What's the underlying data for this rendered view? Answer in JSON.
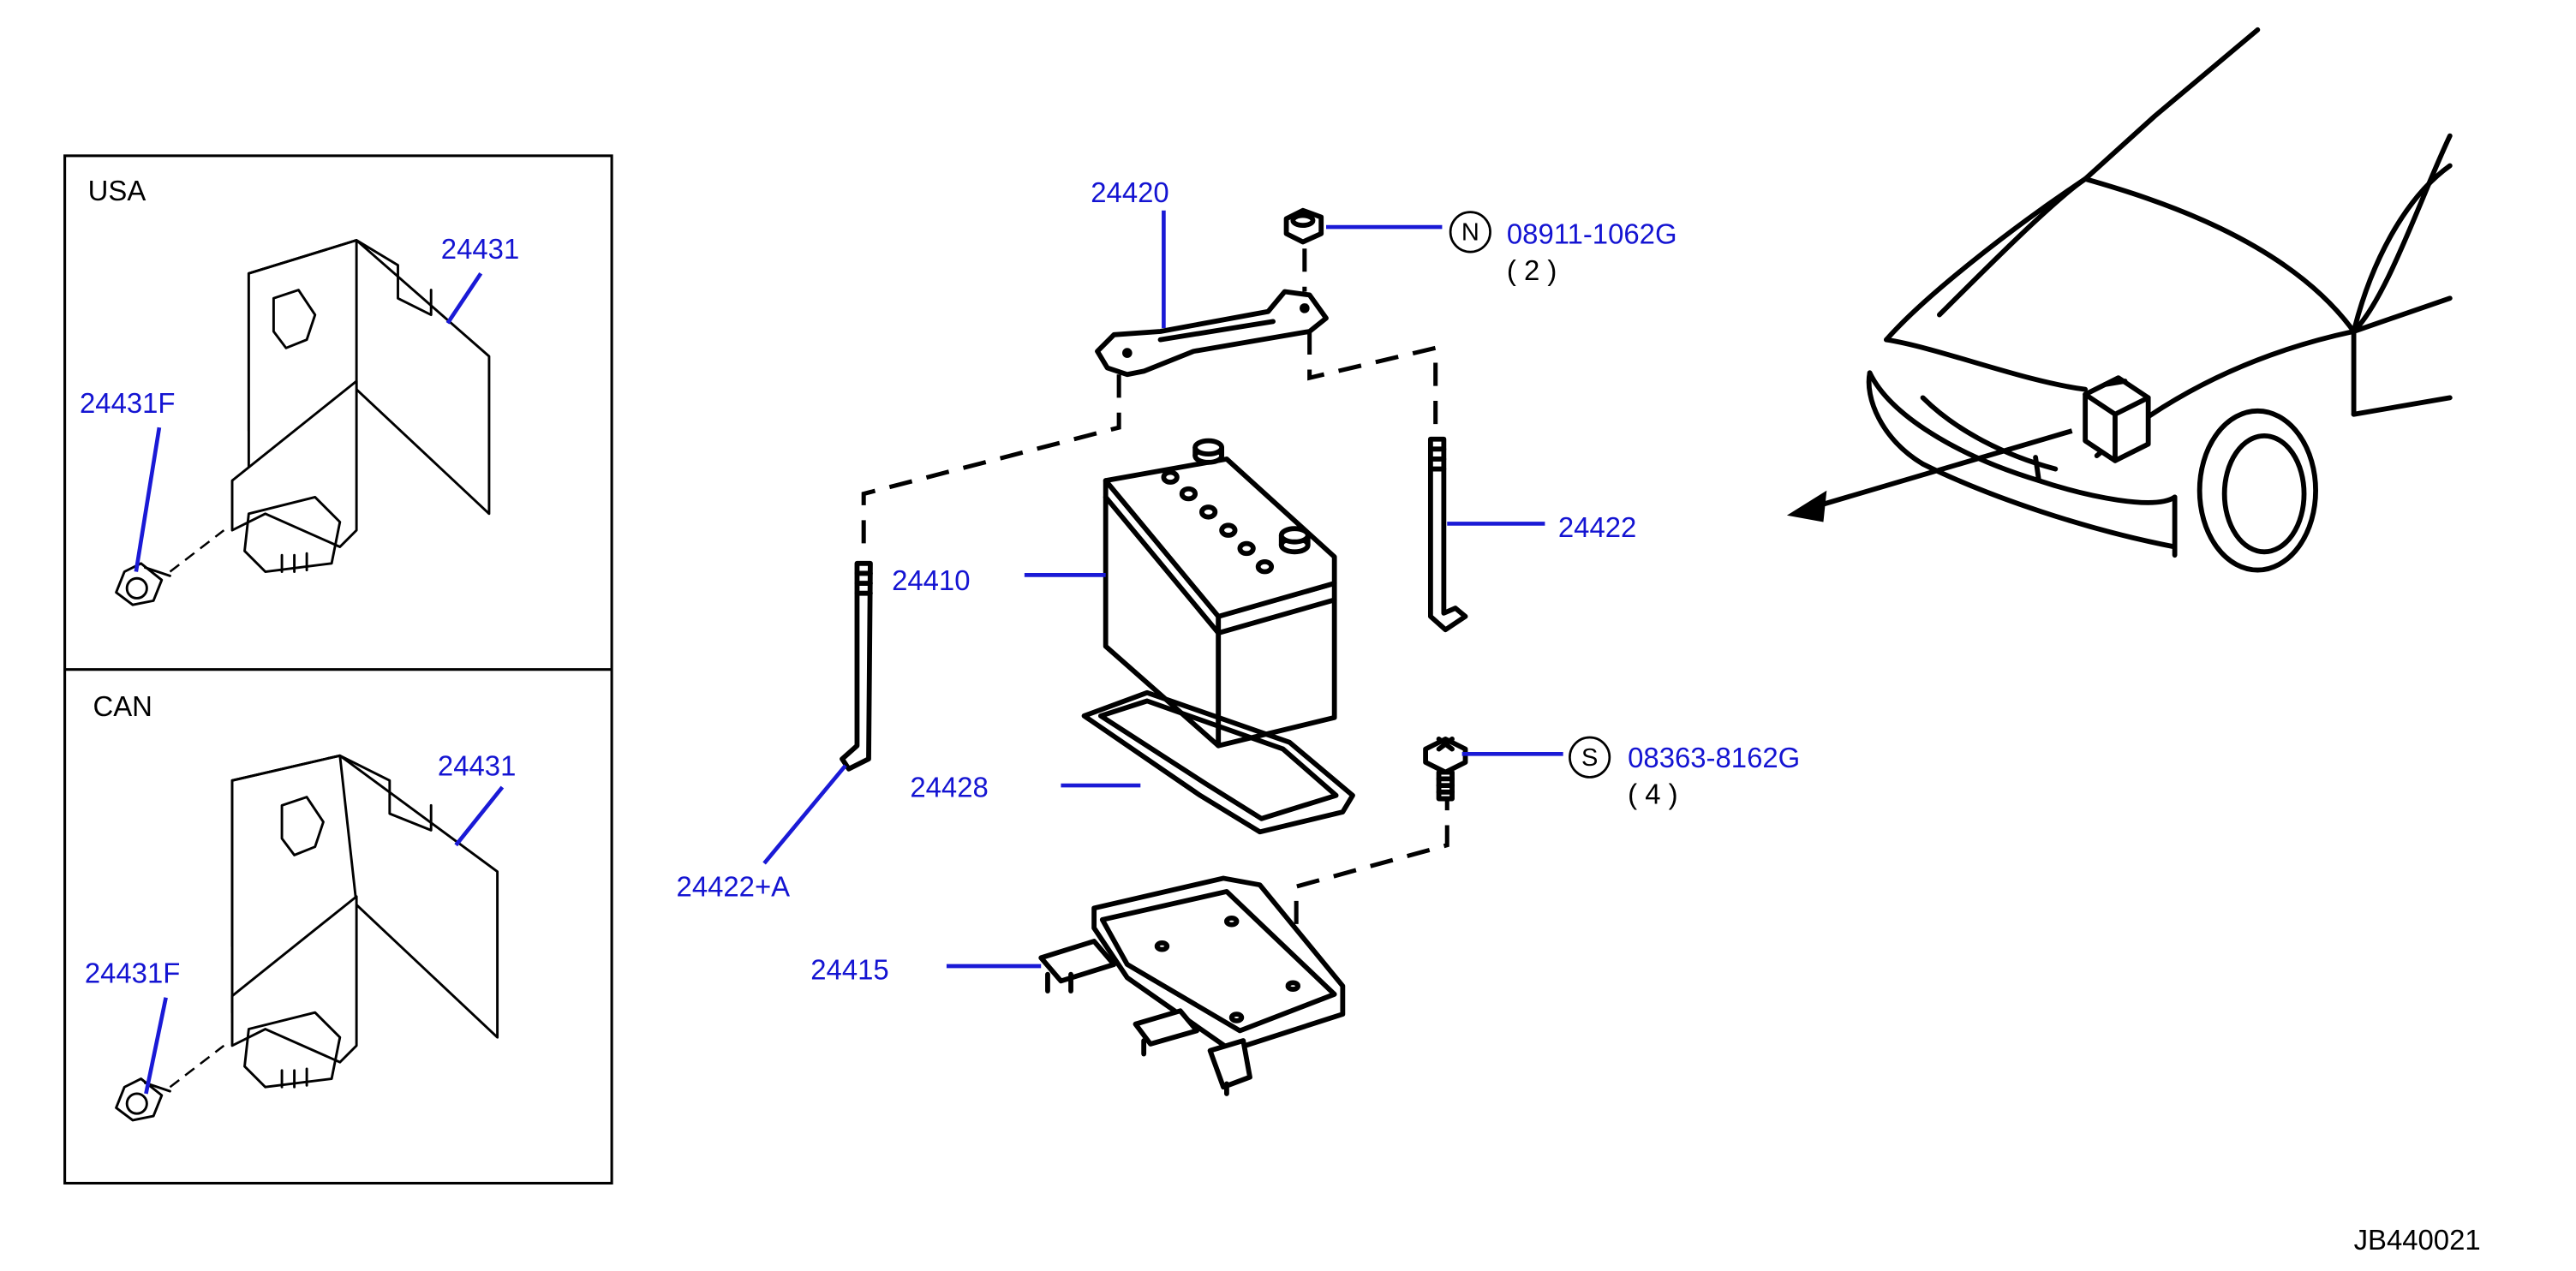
{
  "panels": {
    "usa": {
      "title": "USA",
      "part_cover": "24431",
      "part_clip": "24431F"
    },
    "can": {
      "title": "CAN",
      "part_cover": "24431",
      "part_clip": "24431F"
    }
  },
  "parts": {
    "hold_frame": "24420",
    "nut_code": "08911-1062G",
    "nut_symbol": "N",
    "nut_qty": "( 2 )",
    "rod_right": "24422",
    "battery": "24410",
    "rod_left": "24422+A",
    "tray_pad": "24428",
    "bolt_code": "08363-8162G",
    "bolt_symbol": "S",
    "bolt_qty": "( 4 )",
    "tray": "24415"
  },
  "diagram_code": "JB440021",
  "colors": {
    "part_number": "#1414d2",
    "line": "#000000",
    "leader": "#1a1ad6"
  }
}
